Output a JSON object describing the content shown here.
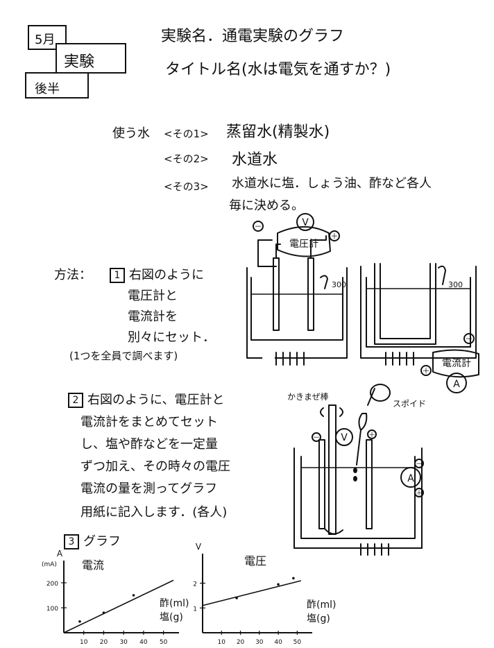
{
  "header": {
    "month": "5月",
    "experiment": "実験",
    "half": "後半",
    "title": "実験名．通電実験のグラフ",
    "subtitle": "タイトル名(水は電気を通すか？)"
  },
  "water": {
    "label": "使う水",
    "items": [
      {
        "tag": "<その1>",
        "text": "蒸留水(精製水)"
      },
      {
        "tag": "<その2>",
        "text": "水道水"
      },
      {
        "tag": "<その3>",
        "text": "水道水に塩．しょう油、酢など各人"
      }
    ],
    "tail": "毎に決める。"
  },
  "method": {
    "label": "方法：",
    "step1_num": "1",
    "step1_lines": [
      "右図のように",
      "電圧計と",
      "電流計を",
      "別々にセット．",
      "(1つを全員で調べます)"
    ],
    "step2_num": "2",
    "step2_lines": [
      "右図のように、電圧計と",
      "電流計をまとめてセット",
      "し、塩や酢などを一定量",
      "ずつ加え、その時々の電圧",
      "電流の量を測ってグラフ",
      "用紙に記入します．(各人)"
    ],
    "step3_num": "3",
    "step3_label": "グラフ"
  },
  "diagrams": {
    "voltmeter_label": "電圧計",
    "voltmeter_symbol": "V",
    "ammeter_label": "電流計",
    "ammeter_symbol": "A",
    "minus": "－",
    "plus": "＋",
    "level_label": "300",
    "stir_rod": "かきまぜ棒",
    "dropper": "スポイド"
  },
  "chart_data": [
    {
      "type": "line",
      "title": "電流",
      "unit": "(mA)",
      "axis_y_letter": "A",
      "ylabel": "",
      "xlabel_lines": [
        "酢(ml)",
        "塩(g)"
      ],
      "x_ticks": [
        "10",
        "20",
        "30",
        "40",
        "50"
      ],
      "y_ticks": [
        "200",
        "100"
      ],
      "xlim": [
        0,
        55
      ],
      "ylim": [
        0,
        250
      ],
      "series": [
        {
          "x": [
            0,
            55
          ],
          "y": [
            0,
            210
          ]
        }
      ],
      "points": [
        {
          "x": 8,
          "y": 45
        },
        {
          "x": 20,
          "y": 80
        },
        {
          "x": 35,
          "y": 150
        }
      ]
    },
    {
      "type": "line",
      "title": "電圧",
      "unit": "",
      "axis_y_letter": "V",
      "ylabel": "",
      "xlabel_lines": [
        "酢(ml)",
        "塩(g)"
      ],
      "x_ticks": [
        "10",
        "20",
        "30",
        "40",
        "50"
      ],
      "y_ticks": [
        "2",
        "1"
      ],
      "xlim": [
        0,
        55
      ],
      "ylim": [
        0,
        2.8
      ],
      "series": [
        {
          "x": [
            0,
            52
          ],
          "y": [
            1.1,
            2.1
          ]
        }
      ],
      "points": [
        {
          "x": 18,
          "y": 1.4
        },
        {
          "x": 40,
          "y": 1.95
        },
        {
          "x": 48,
          "y": 2.2
        }
      ]
    }
  ]
}
